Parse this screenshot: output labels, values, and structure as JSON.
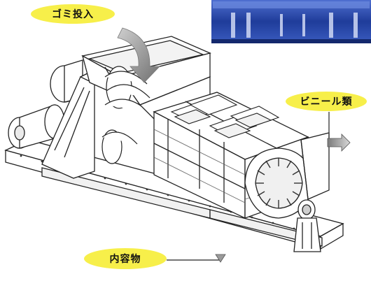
{
  "labels": {
    "input": "ゴミ投入",
    "vinyl": "ビニール類",
    "content": "内容物"
  },
  "colors": {
    "label_fill": "#f7ef4a",
    "line": "#222222",
    "arrow": "#9a9a9a",
    "inset_blue": "#2a4ba8"
  }
}
